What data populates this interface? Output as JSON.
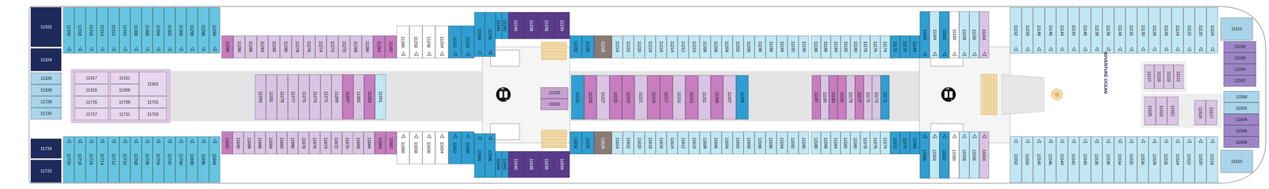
{
  "diagram": {
    "nodes": [
      {
        "text": [
          "11322"
        ]
      },
      {
        "text": [
          "11324"
        ]
      },
      {
        "text": [
          "11326"
        ]
      },
      {
        "text": [
          "11328"
        ]
      },
      {
        "text": [
          "11728"
        ]
      },
      {
        "text": [
          "11726"
        ]
      },
      {
        "text": [
          "11724"
        ]
      },
      {
        "text": [
          "11722"
        ]
      },
      {
        "text": [
          "11320"
        ]
      },
      {
        "text": [
          "11318"
        ]
      },
      {
        "text": [
          "11316"
        ]
      },
      {
        "text": [
          "11314"
        ]
      },
      {
        "text": [
          "11312"
        ]
      },
      {
        "text": [
          "11310"
        ]
      },
      {
        "text": [
          "11308"
        ]
      },
      {
        "text": [
          "11306"
        ]
      },
      {
        "text": [
          "11304"
        ]
      },
      {
        "text": [
          "11302"
        ]
      },
      {
        "text": [
          "11300"
        ]
      },
      {
        "text": [
          "11298"
        ]
      },
      {
        "text": [
          "11296"
        ]
      },
      {
        "text": [
          "11294"
        ]
      },
      {
        "text": [
          "11290"
        ]
      },
      {
        "text": [
          "11288"
        ]
      },
      {
        "text": [
          "11286"
        ]
      },
      {
        "text": [
          "11284"
        ]
      },
      {
        "text": [
          "11282"
        ]
      },
      {
        "text": [
          "11280"
        ]
      },
      {
        "text": [
          "11278"
        ]
      },
      {
        "text": [
          "11276"
        ]
      },
      {
        "text": [
          "11274"
        ]
      },
      {
        "text": [
          "11272"
        ]
      },
      {
        "text": [
          "11270"
        ]
      },
      {
        "text": [
          "11268"
        ]
      },
      {
        "text": [
          "11266"
        ]
      },
      {
        "text": [
          "11264"
        ]
      },
      {
        "text": [
          "11262"
        ]
      },
      {
        "text": [
          "11260"
        ]
      },
      {
        "text": [
          "11258"
        ]
      },
      {
        "text": [
          "11256"
        ]
      },
      {
        "text": [
          "11254"
        ]
      },
      {
        "text": [
          "11252"
        ]
      },
      {
        "text": [
          "11250"
        ]
      },
      {
        "text": [
          "11248"
        ]
      },
      {
        "text": [
          "11246"
        ]
      },
      {
        "text": [
          "11244"
        ]
      },
      {
        "text": [
          "11242"
        ]
      },
      {
        "text": [
          "11240"
        ]
      },
      {
        "text": [
          "11238"
        ]
      },
      {
        "text": [
          "11236"
        ]
      },
      {
        "text": [
          "11234"
        ]
      },
      {
        "text": [
          "11317"
        ]
      },
      {
        "text": [
          "11315"
        ]
      },
      {
        "text": [
          "11715"
        ]
      },
      {
        "text": [
          "11717"
        ]
      },
      {
        "text": [
          "11311"
        ]
      },
      {
        "text": [
          "11309"
        ]
      },
      {
        "text": [
          "11709"
        ]
      },
      {
        "text": [
          "11711"
        ]
      },
      {
        "text": [
          "11301"
        ]
      },
      {
        "text": [
          "11701"
        ]
      },
      {
        "text": [
          "11703"
        ]
      },
      {
        "text": [
          "11283"
        ]
      },
      {
        "text": [
          "11281"
        ]
      },
      {
        "text": [
          "11279"
        ]
      },
      {
        "text": [
          "11277"
        ]
      },
      {
        "text": [
          "11275"
        ]
      },
      {
        "text": [
          "11273"
        ]
      },
      {
        "text": [
          "11271"
        ]
      },
      {
        "text": [
          "11269"
        ]
      },
      {
        "text": [
          "11267"
        ]
      },
      {
        "text": [
          "11265"
        ]
      },
      {
        "text": [
          "11263"
        ]
      },
      {
        "text": [
          "11261"
        ]
      },
      {
        "text": [
          "11720"
        ]
      },
      {
        "text": [
          "11718"
        ]
      },
      {
        "text": [
          "11716"
        ]
      },
      {
        "text": [
          "11714"
        ]
      },
      {
        "text": [
          "11712"
        ]
      },
      {
        "text": [
          "11710"
        ]
      },
      {
        "text": [
          "11708"
        ]
      },
      {
        "text": [
          "11706"
        ]
      },
      {
        "text": [
          "11704"
        ]
      },
      {
        "text": [
          "11702"
        ]
      },
      {
        "text": [
          "11700"
        ]
      },
      {
        "text": [
          "11698"
        ]
      },
      {
        "text": [
          "11696"
        ]
      },
      {
        "text": [
          "11694"
        ]
      },
      {
        "text": [
          "11692"
        ]
      },
      {
        "text": [
          "11690"
        ]
      },
      {
        "text": [
          "11688"
        ]
      },
      {
        "text": [
          "11686"
        ]
      },
      {
        "text": [
          "11684"
        ]
      },
      {
        "text": [
          "11682"
        ]
      },
      {
        "text": [
          "11680"
        ]
      },
      {
        "text": [
          "11678"
        ]
      },
      {
        "text": [
          "11676"
        ]
      },
      {
        "text": [
          "11674"
        ]
      },
      {
        "text": [
          "11672"
        ]
      },
      {
        "text": [
          "11670"
        ]
      },
      {
        "text": [
          "11668"
        ]
      },
      {
        "text": [
          "11666"
        ]
      },
      {
        "text": [
          "11664"
        ]
      },
      {
        "text": [
          "11662"
        ]
      },
      {
        "text": [
          "11660"
        ]
      },
      {
        "text": [
          "11658"
        ]
      },
      {
        "text": [
          "11656"
        ]
      },
      {
        "text": [
          "11654"
        ]
      },
      {
        "text": [
          "11652"
        ]
      },
      {
        "text": [
          "11650"
        ]
      },
      {
        "text": [
          "11648"
        ]
      },
      {
        "text": [
          "11646"
        ]
      },
      {
        "text": [
          "11644"
        ]
      },
      {
        "text": [
          "11642"
        ]
      },
      {
        "text": [
          "11640"
        ]
      },
      {
        "text": [
          "11638"
        ]
      },
      {
        "text": [
          "11636"
        ]
      },
      {
        "text": [
          "11634"
        ]
      },
      {
        "text": [
          "11233"
        ]
      },
      {
        "text": [
          "11633"
        ]
      },
      {
        "text": [
          "11232"
        ]
      },
      {
        "text": [
          "11230"
        ]
      },
      {
        "text": [
          "11228"
        ]
      },
      {
        "text": [
          "11224"
        ]
      },
      {
        "text": [
          "11222"
        ]
      },
      {
        "text": [
          "11220"
        ]
      },
      {
        "text": [
          "11218"
        ]
      },
      {
        "text": [
          "11216"
        ]
      },
      {
        "text": [
          "11214"
        ]
      },
      {
        "text": [
          "11212"
        ]
      },
      {
        "text": [
          "11210"
        ]
      },
      {
        "text": [
          "11208"
        ]
      },
      {
        "text": [
          "11206"
        ]
      },
      {
        "text": [
          "11204"
        ]
      },
      {
        "text": [
          "11202"
        ]
      },
      {
        "text": [
          "11200"
        ]
      },
      {
        "text": [
          "11198"
        ]
      },
      {
        "text": [
          "11196"
        ]
      },
      {
        "text": [
          "11194"
        ]
      },
      {
        "text": [
          "11192"
        ]
      },
      {
        "text": [
          "11190"
        ]
      },
      {
        "text": [
          "11231"
        ]
      },
      {
        "text": [
          "11229"
        ]
      },
      {
        "text": [
          "11227"
        ]
      },
      {
        "text": [
          "11225"
        ]
      },
      {
        "text": [
          "11223"
        ]
      },
      {
        "text": [
          "11221"
        ]
      },
      {
        "text": [
          "11219"
        ]
      },
      {
        "text": [
          "11217"
        ]
      },
      {
        "text": [
          "11215"
        ]
      },
      {
        "text": [
          "11213"
        ]
      },
      {
        "text": [
          "11211"
        ]
      },
      {
        "text": [
          "11209"
        ]
      },
      {
        "text": [
          "11207"
        ]
      },
      {
        "text": [
          "11205"
        ]
      },
      {
        "text": [
          "11188"
        ]
      },
      {
        "text": [
          "11186"
        ]
      },
      {
        "text": [
          "11184"
        ]
      },
      {
        "text": [
          "11182"
        ]
      },
      {
        "text": [
          "11180"
        ]
      },
      {
        "text": [
          "11178"
        ]
      },
      {
        "text": [
          "11176"
        ]
      },
      {
        "text": [
          "11174"
        ]
      },
      {
        "text": [
          "11172"
        ]
      },
      {
        "text": [
          "11170"
        ]
      },
      {
        "text": [
          "11168"
        ]
      },
      {
        "text": [
          "11166"
        ]
      },
      {
        "text": [
          "11164"
        ]
      },
      {
        "text": [
          "11162"
        ]
      },
      {
        "text": [
          "11160"
        ]
      },
      {
        "text": [
          "11158"
        ]
      },
      {
        "text": [
          "11156"
        ]
      },
      {
        "text": [
          "11154"
        ]
      },
      {
        "text": [
          "11187"
        ]
      },
      {
        "text": [
          "11185"
        ]
      },
      {
        "text": [
          "11183"
        ]
      },
      {
        "text": [
          "11181"
        ]
      },
      {
        "text": [
          "11179"
        ]
      },
      {
        "text": [
          "11177"
        ]
      },
      {
        "text": [
          "11175"
        ]
      },
      {
        "text": [
          "11173"
        ]
      },
      {
        "text": [
          "11171"
        ]
      },
      {
        "text": [
          "11152"
        ]
      },
      {
        "text": [
          "11150"
        ]
      },
      {
        "text": [
          "11148"
        ]
      },
      {
        "text": [
          "11146"
        ]
      },
      {
        "text": [
          "11144"
        ]
      },
      {
        "text": [
          "11142"
        ]
      },
      {
        "text": [
          "11140"
        ]
      },
      {
        "text": [
          "11138"
        ]
      },
      {
        "text": [
          "11136"
        ]
      },
      {
        "text": [
          "11134"
        ]
      },
      {
        "text": [
          "11132"
        ]
      },
      {
        "text": [
          "11130"
        ]
      },
      {
        "text": [
          "11128"
        ]
      },
      {
        "text": [
          "11126"
        ]
      },
      {
        "text": [
          "11124"
        ]
      },
      {
        "text": [
          "11122"
        ]
      },
      {
        "text": [
          "11120"
        ]
      },
      {
        "text": [
          "11118"
        ]
      },
      {
        "text": [
          "11127"
        ]
      },
      {
        "text": [
          "11125"
        ]
      },
      {
        "text": [
          "11123"
        ]
      },
      {
        "text": [
          "11121"
        ]
      },
      {
        "text": [
          "11525"
        ]
      },
      {
        "text": [
          "11523"
        ]
      },
      {
        "text": [
          "11521"
        ]
      },
      {
        "text": [
          "11519"
        ]
      },
      {
        "text": [
          "11517"
        ]
      },
      {
        "text": [
          "11110"
        ]
      },
      {
        "text": [
          "11108"
        ]
      },
      {
        "text": [
          "11106"
        ]
      },
      {
        "text": [
          "11104"
        ]
      },
      {
        "text": [
          "11102"
        ]
      },
      {
        "text": [
          "11500"
        ]
      },
      {
        "text": [
          "11502"
        ]
      },
      {
        "text": [
          "11504"
        ]
      },
      {
        "text": [
          "11506"
        ]
      },
      {
        "text": [
          "11508"
        ]
      },
      {
        "text": [
          "11510"
        ]
      },
      {
        "text": [
          "11632"
        ]
      },
      {
        "text": [
          "11630"
        ]
      },
      {
        "text": [
          "11628"
        ]
      },
      {
        "text": [
          "11624"
        ]
      },
      {
        "text": [
          "11622"
        ]
      },
      {
        "text": [
          "11620"
        ]
      },
      {
        "text": [
          "11618"
        ]
      },
      {
        "text": [
          "11616"
        ]
      },
      {
        "text": [
          "11614"
        ]
      },
      {
        "text": [
          "11612"
        ]
      },
      {
        "text": [
          "11610"
        ]
      },
      {
        "text": [
          "11608"
        ]
      },
      {
        "text": [
          "11606"
        ]
      },
      {
        "text": [
          "11604"
        ]
      },
      {
        "text": [
          "11602"
        ]
      },
      {
        "text": [
          "11600"
        ]
      },
      {
        "text": [
          "11598"
        ]
      },
      {
        "text": [
          "11596"
        ]
      },
      {
        "text": [
          "11594"
        ]
      },
      {
        "text": [
          "11592"
        ]
      },
      {
        "text": [
          "11590"
        ]
      },
      {
        "text": [
          "11588"
        ]
      },
      {
        "text": [
          "11586"
        ]
      },
      {
        "text": [
          "11584"
        ]
      },
      {
        "text": [
          "11582"
        ]
      },
      {
        "text": [
          "11580"
        ]
      },
      {
        "text": [
          "11578"
        ]
      },
      {
        "text": [
          "11576"
        ]
      },
      {
        "text": [
          "11574"
        ]
      },
      {
        "text": [
          "11572"
        ]
      },
      {
        "text": [
          "11570"
        ]
      },
      {
        "text": [
          "11568"
        ]
      },
      {
        "text": [
          "11566"
        ]
      },
      {
        "text": [
          "11564"
        ]
      },
      {
        "text": [
          "11562"
        ]
      },
      {
        "text": [
          "11560"
        ]
      },
      {
        "text": [
          "11558"
        ]
      },
      {
        "text": [
          "11556"
        ]
      },
      {
        "text": [
          "11554"
        ]
      },
      {
        "text": [
          "11552"
        ]
      },
      {
        "text": [
          "11550"
        ]
      },
      {
        "text": [
          "11548"
        ]
      },
      {
        "text": [
          "11546"
        ]
      },
      {
        "text": [
          "11544"
        ]
      },
      {
        "text": [
          "11542"
        ]
      },
      {
        "text": [
          "11540"
        ]
      },
      {
        "text": [
          "11538"
        ]
      },
      {
        "text": [
          "11536"
        ]
      },
      {
        "text": [
          "11534"
        ]
      },
      {
        "text": [
          "11532"
        ]
      },
      {
        "text": [
          "11530"
        ]
      },
      {
        "text": [
          "11528"
        ]
      },
      {
        "text": [
          "11526"
        ]
      },
      {
        "text": [
          "11524"
        ]
      },
      {
        "text": [
          "11522"
        ]
      },
      {
        "text": [
          "11520"
        ]
      },
      {
        "text": [
          "11518"
        ]
      }
    ],
    "labels": [
      "ADVENTURE OCEAN"
    ]
  }
}
